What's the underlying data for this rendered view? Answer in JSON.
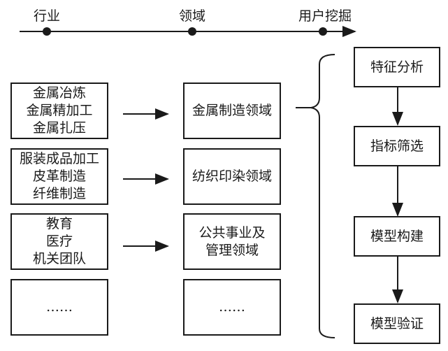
{
  "timeline": {
    "stages": [
      {
        "label": "行业"
      },
      {
        "label": "领域"
      },
      {
        "label": "用户挖掘"
      }
    ]
  },
  "industries": [
    {
      "lines": [
        "金属冶炼",
        "金属精加工",
        "金属扎压"
      ]
    },
    {
      "lines": [
        "服装成品加工",
        "皮革制造",
        "纤维制造"
      ]
    },
    {
      "lines": [
        "教育",
        "医疗",
        "机关团队"
      ]
    },
    {
      "lines": [
        "……"
      ]
    }
  ],
  "domains": [
    {
      "lines": [
        "金属制造领域"
      ]
    },
    {
      "lines": [
        "纺织印染领域"
      ]
    },
    {
      "lines": [
        "公共事业及",
        "管理领域"
      ]
    },
    {
      "lines": [
        "……"
      ]
    }
  ],
  "mining_steps": [
    {
      "label": "特征分析"
    },
    {
      "label": "指标筛选"
    },
    {
      "label": "模型构建"
    },
    {
      "label": "模型验证"
    }
  ]
}
